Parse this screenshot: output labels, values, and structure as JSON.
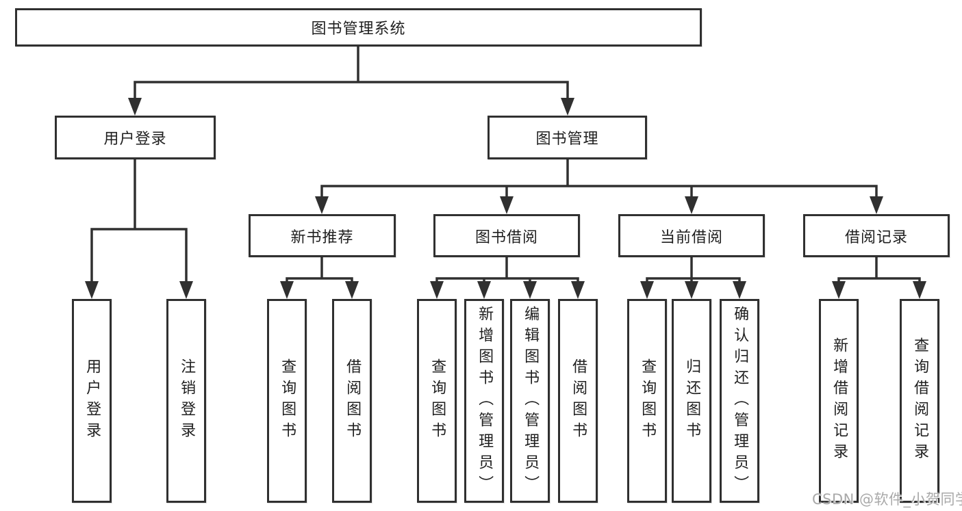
{
  "tree": {
    "root": "图书管理系统",
    "branches": [
      {
        "label": "用户登录",
        "children": [
          "用户登录",
          "注销登录"
        ]
      },
      {
        "label": "图书管理",
        "sections": [
          {
            "label": "新书推荐",
            "children": [
              "查询图书",
              "借阅图书"
            ]
          },
          {
            "label": "图书借阅",
            "children": [
              "查询图书",
              "新增图书（管理员）",
              "编辑图书（管理员）",
              "借阅图书"
            ]
          },
          {
            "label": "当前借阅",
            "children": [
              "查询图书",
              "归还图书",
              "确认归还（管理员）"
            ]
          },
          {
            "label": "借阅记录",
            "children": [
              "新增借阅记录",
              "查询借阅记录"
            ]
          }
        ]
      }
    ]
  },
  "watermark": {
    "text": "CSDN @软件_小贺同学",
    "color": "#a9a9a9"
  },
  "colors": {
    "line": "#303030",
    "box_border": "#303030",
    "text": "#1f1f1f",
    "background": "#ffffff"
  }
}
